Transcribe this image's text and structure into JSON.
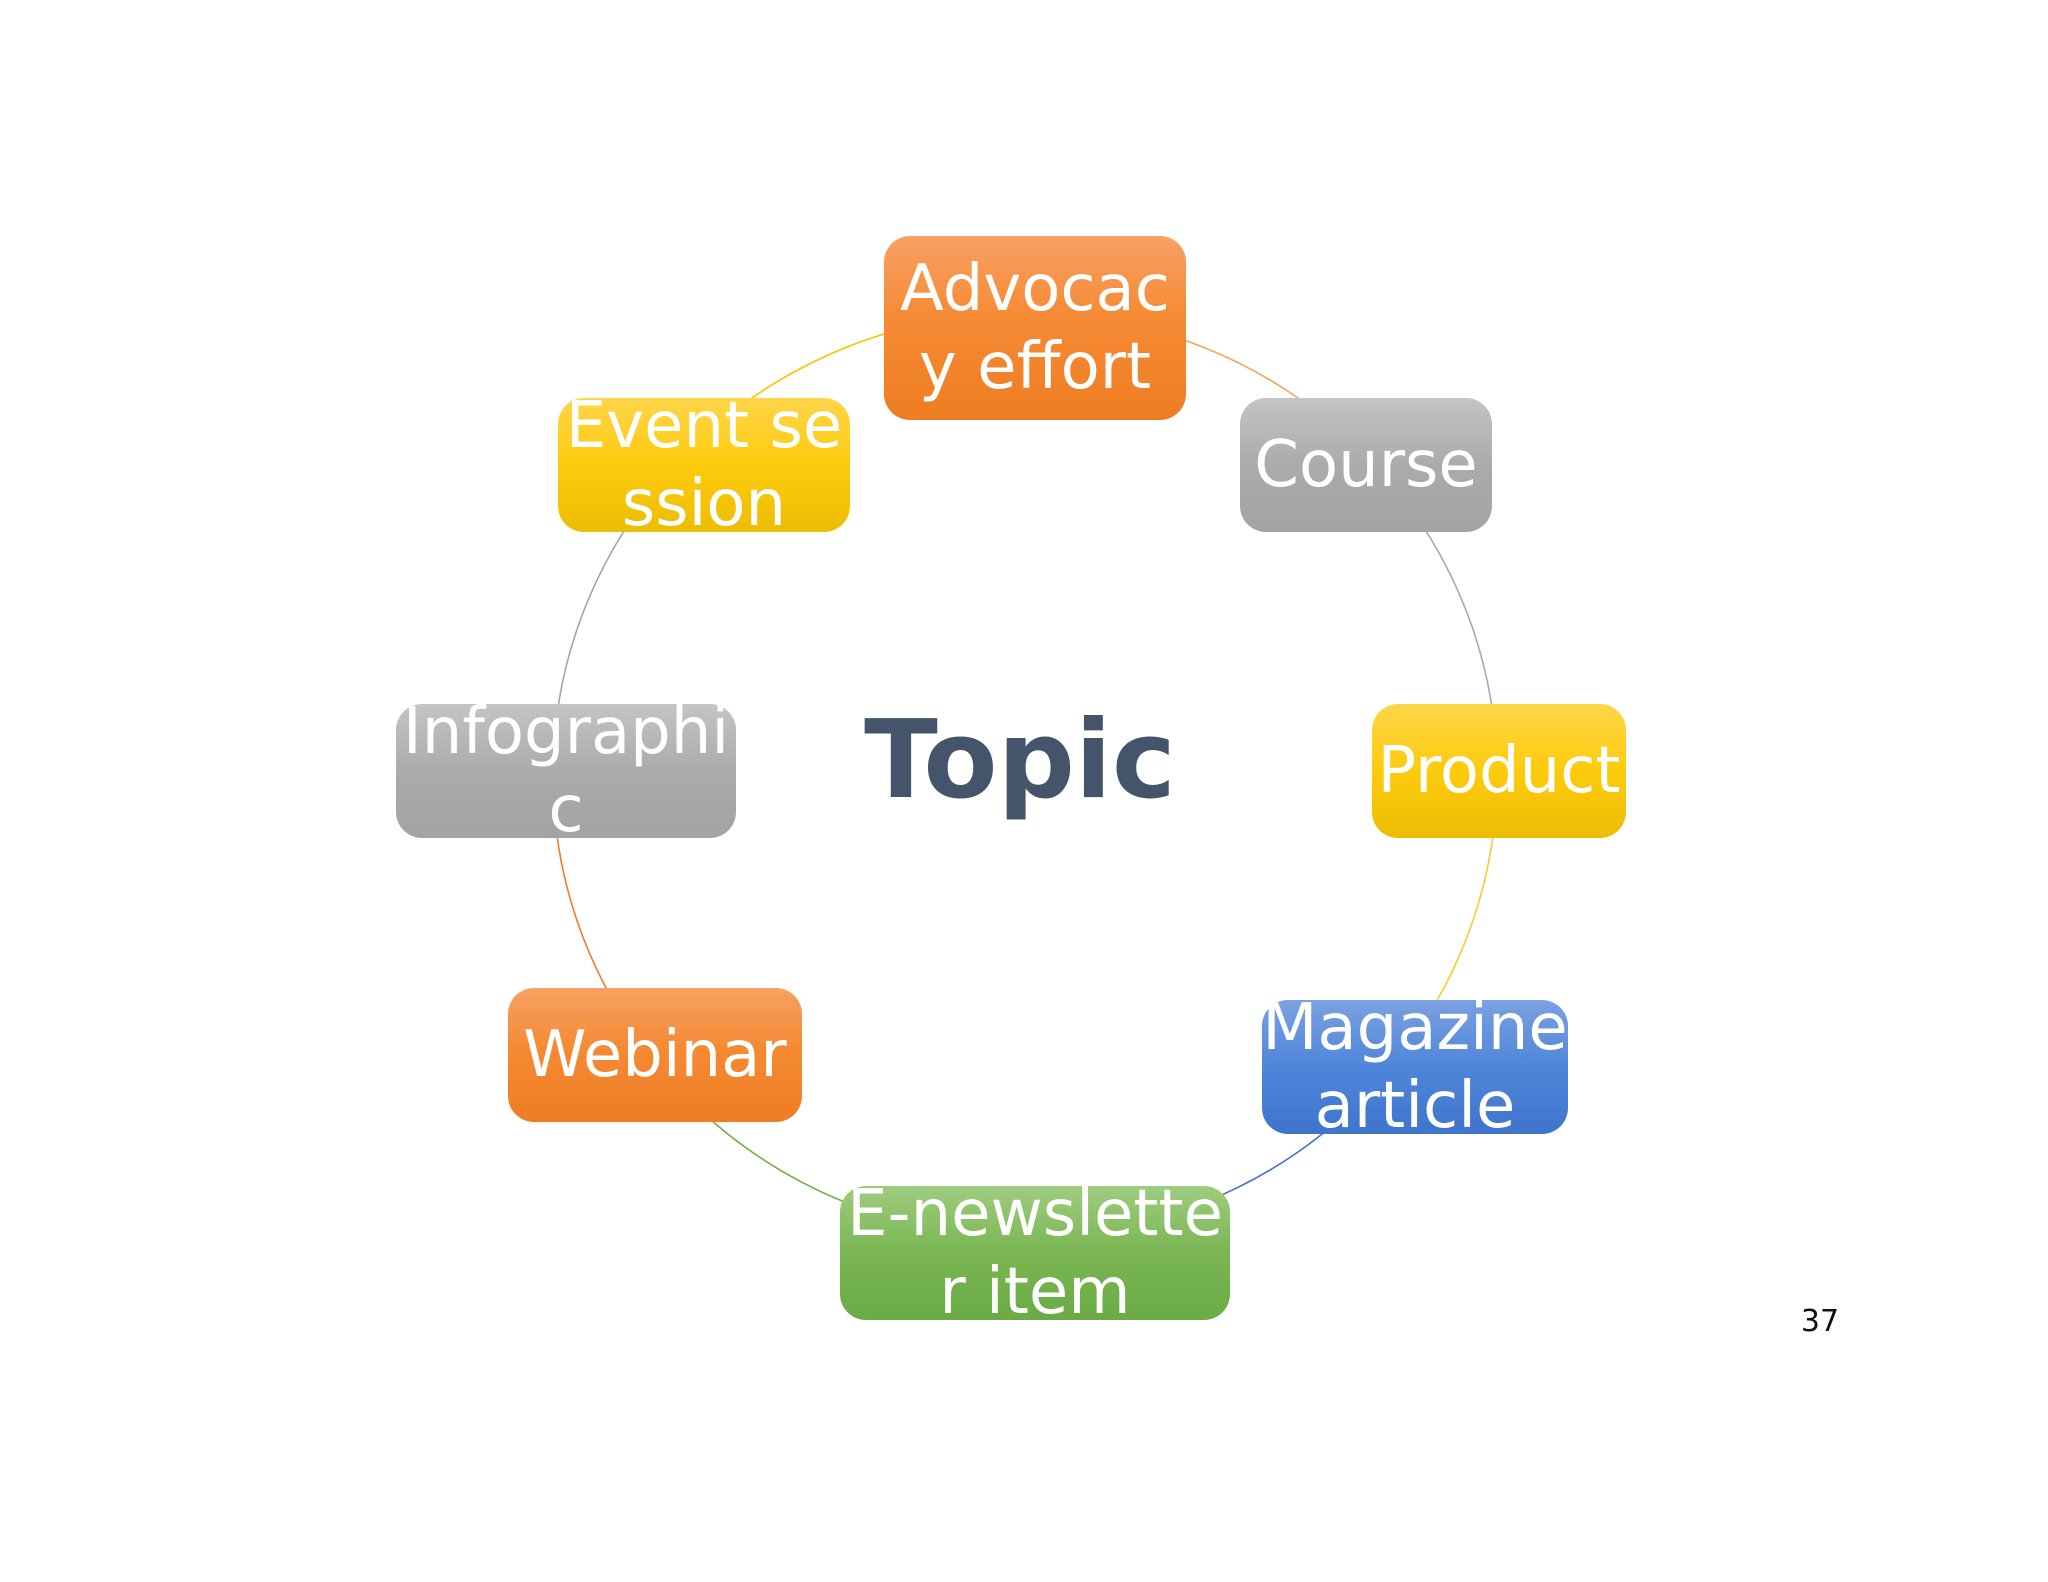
{
  "diagram": {
    "center": "Topic",
    "nodes": [
      {
        "label": "Advocacy effort",
        "color": "orange"
      },
      {
        "label": "Course",
        "color": "gray"
      },
      {
        "label": "Product",
        "color": "yellow"
      },
      {
        "label": "Magazine article",
        "color": "blue"
      },
      {
        "label": "E-newsletter item",
        "color": "green"
      },
      {
        "label": "Webinar",
        "color": "orange"
      },
      {
        "label": "Infographic",
        "color": "gray"
      },
      {
        "label": "Event session",
        "color": "yellow"
      }
    ],
    "ring_colors": [
      "#f5a55a",
      "#a9a9a9",
      "#fcca2f",
      "#4472c4",
      "#70ad47",
      "#ed7d31",
      "#a5a5a5",
      "#ffc000"
    ]
  },
  "slide": {
    "page_number": "37"
  }
}
